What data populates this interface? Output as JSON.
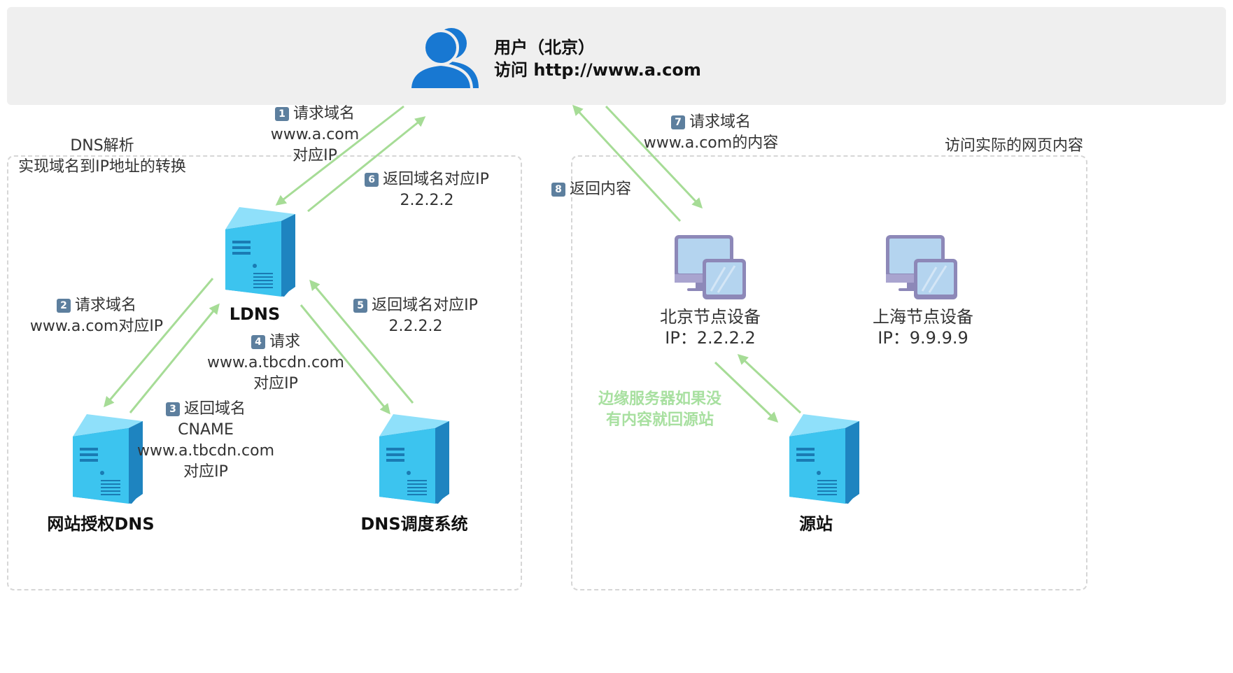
{
  "user": {
    "line1": "用户（北京）",
    "line2": "访问 http://www.a.com"
  },
  "regions": {
    "dns_title_1": "DNS解析",
    "dns_title_2": "实现域名到IP地址的转换",
    "web_title": "访问实际的网页内容"
  },
  "servers": {
    "ldns": "LDNS",
    "auth_dns": "网站授权DNS",
    "dns_sched": "DNS调度系统",
    "origin": "源站"
  },
  "devices": {
    "beijing_name": "北京节点设备",
    "beijing_ip": "IP：2.2.2.2",
    "shanghai_name": "上海节点设备",
    "shanghai_ip": "IP：9.9.9.9"
  },
  "steps": {
    "s1": {
      "badge": "1",
      "lines": [
        "请求域名",
        "www.a.com",
        "对应IP"
      ]
    },
    "s2": {
      "badge": "2",
      "lines": [
        "请求域名",
        "www.a.com对应IP"
      ]
    },
    "s3": {
      "badge": "3",
      "lines": [
        "返回域名",
        "CNAME",
        "www.a.tbcdn.com",
        "对应IP"
      ]
    },
    "s4": {
      "badge": "4",
      "lines": [
        "请求",
        "www.a.tbcdn.com",
        "对应IP"
      ]
    },
    "s5": {
      "badge": "5",
      "lines": [
        "返回域名对应IP",
        "2.2.2.2"
      ]
    },
    "s6": {
      "badge": "6",
      "lines": [
        "返回域名对应IP",
        "2.2.2.2"
      ]
    },
    "s7": {
      "badge": "7",
      "lines": [
        "请求域名",
        "www.a.com的内容"
      ]
    },
    "s8": {
      "badge": "8",
      "lines": [
        "返回内容"
      ]
    }
  },
  "note": {
    "line1": "边缘服务器如果没",
    "line2": "有内容就回源站"
  },
  "colors": {
    "arrow": "#a6dc96",
    "server_front": "#3cc4ef",
    "server_side": "#1e84c0",
    "server_top": "#8fe0fa",
    "monitor_frame": "#8d88b8",
    "monitor_screen": "#b4d4ef",
    "user_icon": "#1878d2"
  }
}
